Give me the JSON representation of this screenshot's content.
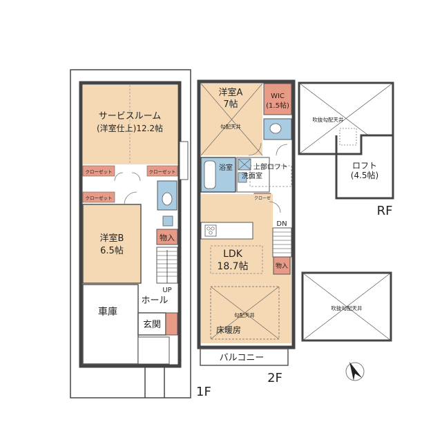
{
  "floor1": {
    "label": "1F",
    "service_room": {
      "line1": "サービスルーム",
      "line2": "(洋室仕上)12.2帖"
    },
    "closet_a": "クローゼット",
    "closet_b": "クローゼット",
    "closet_c": "クローゼット",
    "bedroom_b": {
      "line1": "洋室B",
      "line2": "6.5帖"
    },
    "storage": "物入",
    "stair_up": "UP",
    "hall": "ホール",
    "garage": "車庫",
    "entrance": "玄関"
  },
  "floor2": {
    "label": "2F",
    "bedroom_a": {
      "line1": "洋室A",
      "line2": "7帖"
    },
    "wic": {
      "line1": "WIC",
      "line2": "(1.5帖)"
    },
    "sloped_ceiling_a": "勾配天井",
    "bath": "浴室",
    "washroom": "洗面室",
    "loft_above": "上部ロフト",
    "closet": "クローゼ",
    "stair_dn": "DN",
    "ldk": {
      "line1": "LDK",
      "line2": "18.7帖"
    },
    "storage": "物入",
    "sloped_ceiling_b": "勾配天井",
    "floor_heating": "床暖房",
    "balcony": "バルコニー"
  },
  "roof": {
    "label": "RF",
    "void_top": "吹抜勾配天井",
    "loft": {
      "line1": "ロフト",
      "line2": "(4.5帖)"
    },
    "void_bottom": "吹抜勾配天井"
  },
  "colors": {
    "room_fill": "#f5d9b5",
    "wet_fill": "#a9cce3",
    "accent_fill": "#e79a86",
    "wall": "#555555"
  },
  "compass_icon": "north-arrow-icon"
}
